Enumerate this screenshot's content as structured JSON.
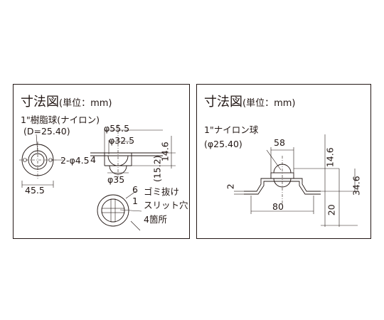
{
  "left": {
    "title_main": "寸法図",
    "title_unit": "(単位：mm)",
    "ball_label_line1": "1\"樹脂球(ナイロン)",
    "ball_label_line2": "(D=25.40)",
    "dim_bottom_left": "45.5",
    "dim_hole": "2-φ4.5",
    "dim_outer": "φ55.5",
    "dim_inner": "φ32.5",
    "dim_side_small": "4",
    "dim_height": "14.6",
    "dim_ball_height": "(15.2)",
    "dim_ball_dia": "φ35",
    "note_num": "6",
    "note_num2": "1",
    "note_line1": "ゴミ抜け",
    "note_line2": "スリット穴",
    "note_line3": "4箇所"
  },
  "right": {
    "title_main": "寸法図",
    "title_unit": "(単位：mm)",
    "ball_label_line1": "1\"ナイロン球",
    "ball_label_line2": "(φ25.40)",
    "dim_top": "58",
    "dim_left_small": "2",
    "dim_bottom": "80",
    "dim_height_small": "14.6",
    "dim_height_total": "34.6",
    "dim_height_base": "20"
  }
}
